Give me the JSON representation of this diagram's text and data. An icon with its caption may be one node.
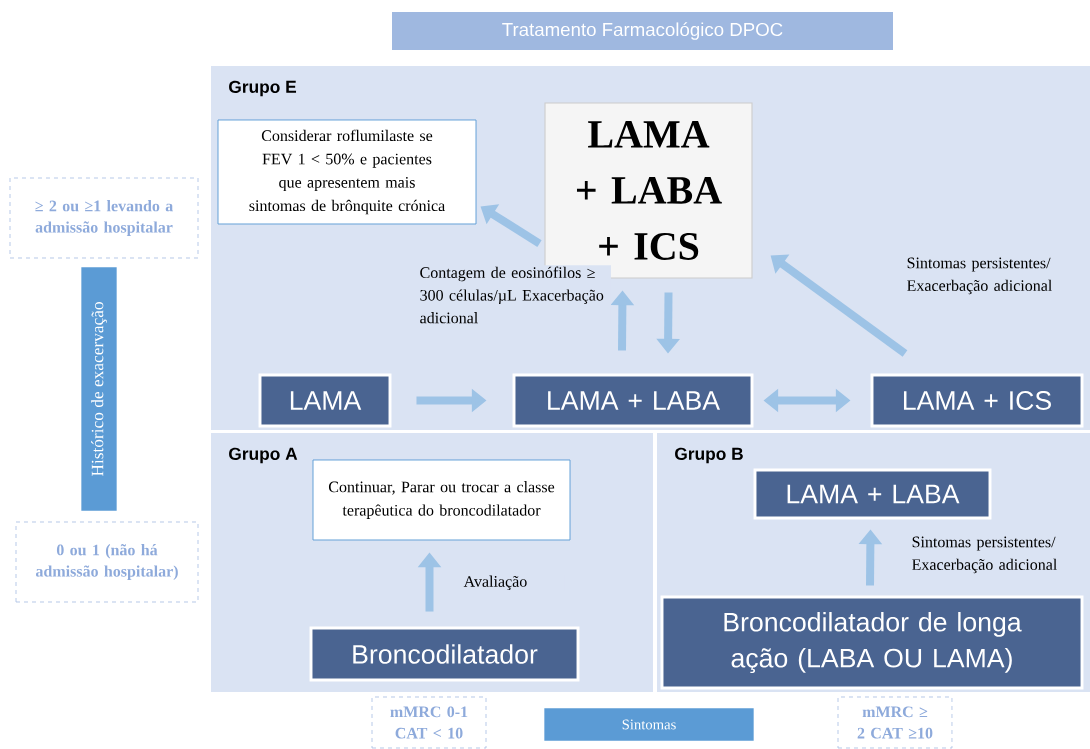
{
  "diagram": {
    "title": "Tratamento Farmacológico DPOC",
    "nodes": [
      {
        "text": [
          "Grupo E"
        ]
      },
      {
        "text": [
          "Considerar roflumilaste se FEV 1 < 50% e pacientes que apresentem mais sintomas de brônquite crónica"
        ],
        "in": 0
      },
      {
        "text": [
          "LAMA + LABA + ICS"
        ],
        "in": 0
      },
      {
        "text": [
          "LAMA"
        ],
        "in": 0
      },
      {
        "text": [
          "LAMA + LABA"
        ],
        "in": 0
      },
      {
        "text": [
          "LAMA + ICS"
        ],
        "in": 0
      },
      {
        "text": [
          "Grupo A"
        ]
      },
      {
        "text": [
          "Continuar, Parar ou trocar a classe terapêutica do broncodilatador"
        ],
        "in": 6
      },
      {
        "text": [
          "Broncodilatador"
        ],
        "in": 6
      },
      {
        "text": [
          "Grupo B"
        ]
      },
      {
        "text": [
          "LAMA + LABA"
        ],
        "in": 9
      },
      {
        "text": [
          "Broncodilatador de longa ação (LABA OU LAMA)"
        ],
        "in": 9
      },
      {
        "text": [
          "≥ 2 ou ≥1 levando a admissão hospitalar"
        ]
      },
      {
        "text": [
          "Histórico de exacervação"
        ]
      },
      {
        "text": [
          "0 ou 1 (não há admissão hospitalar)"
        ]
      },
      {
        "text": [
          "mMRC 0-1 CAT < 10"
        ]
      },
      {
        "text": [
          "Sintomas"
        ]
      },
      {
        "text": [
          "mMRC ≥ 2 CAT ≥10"
        ]
      }
    ],
    "edges": [
      {
        "from": 2,
        "to": 1,
        "arrow": "to"
      },
      {
        "from": 4,
        "to": 2,
        "arrow": "to",
        "label": "Contagem de eosinófilos ≥ 300 células/µL Exacerbação adicional"
      },
      {
        "from": 2,
        "to": 4,
        "arrow": "to"
      },
      {
        "from": 3,
        "to": 4,
        "arrow": "to"
      },
      {
        "from": 4,
        "to": 5,
        "arrow": "both"
      },
      {
        "from": 5,
        "to": 2,
        "arrow": "to",
        "label": "Sintomas persistentes/ Exacerbação adicional"
      },
      {
        "from": 8,
        "to": 7,
        "arrow": "to",
        "label": "Avaliação"
      },
      {
        "from": 11,
        "to": 10,
        "arrow": "to",
        "label": "Sintomas persistentes/ Exacerbação adicional"
      }
    ]
  }
}
